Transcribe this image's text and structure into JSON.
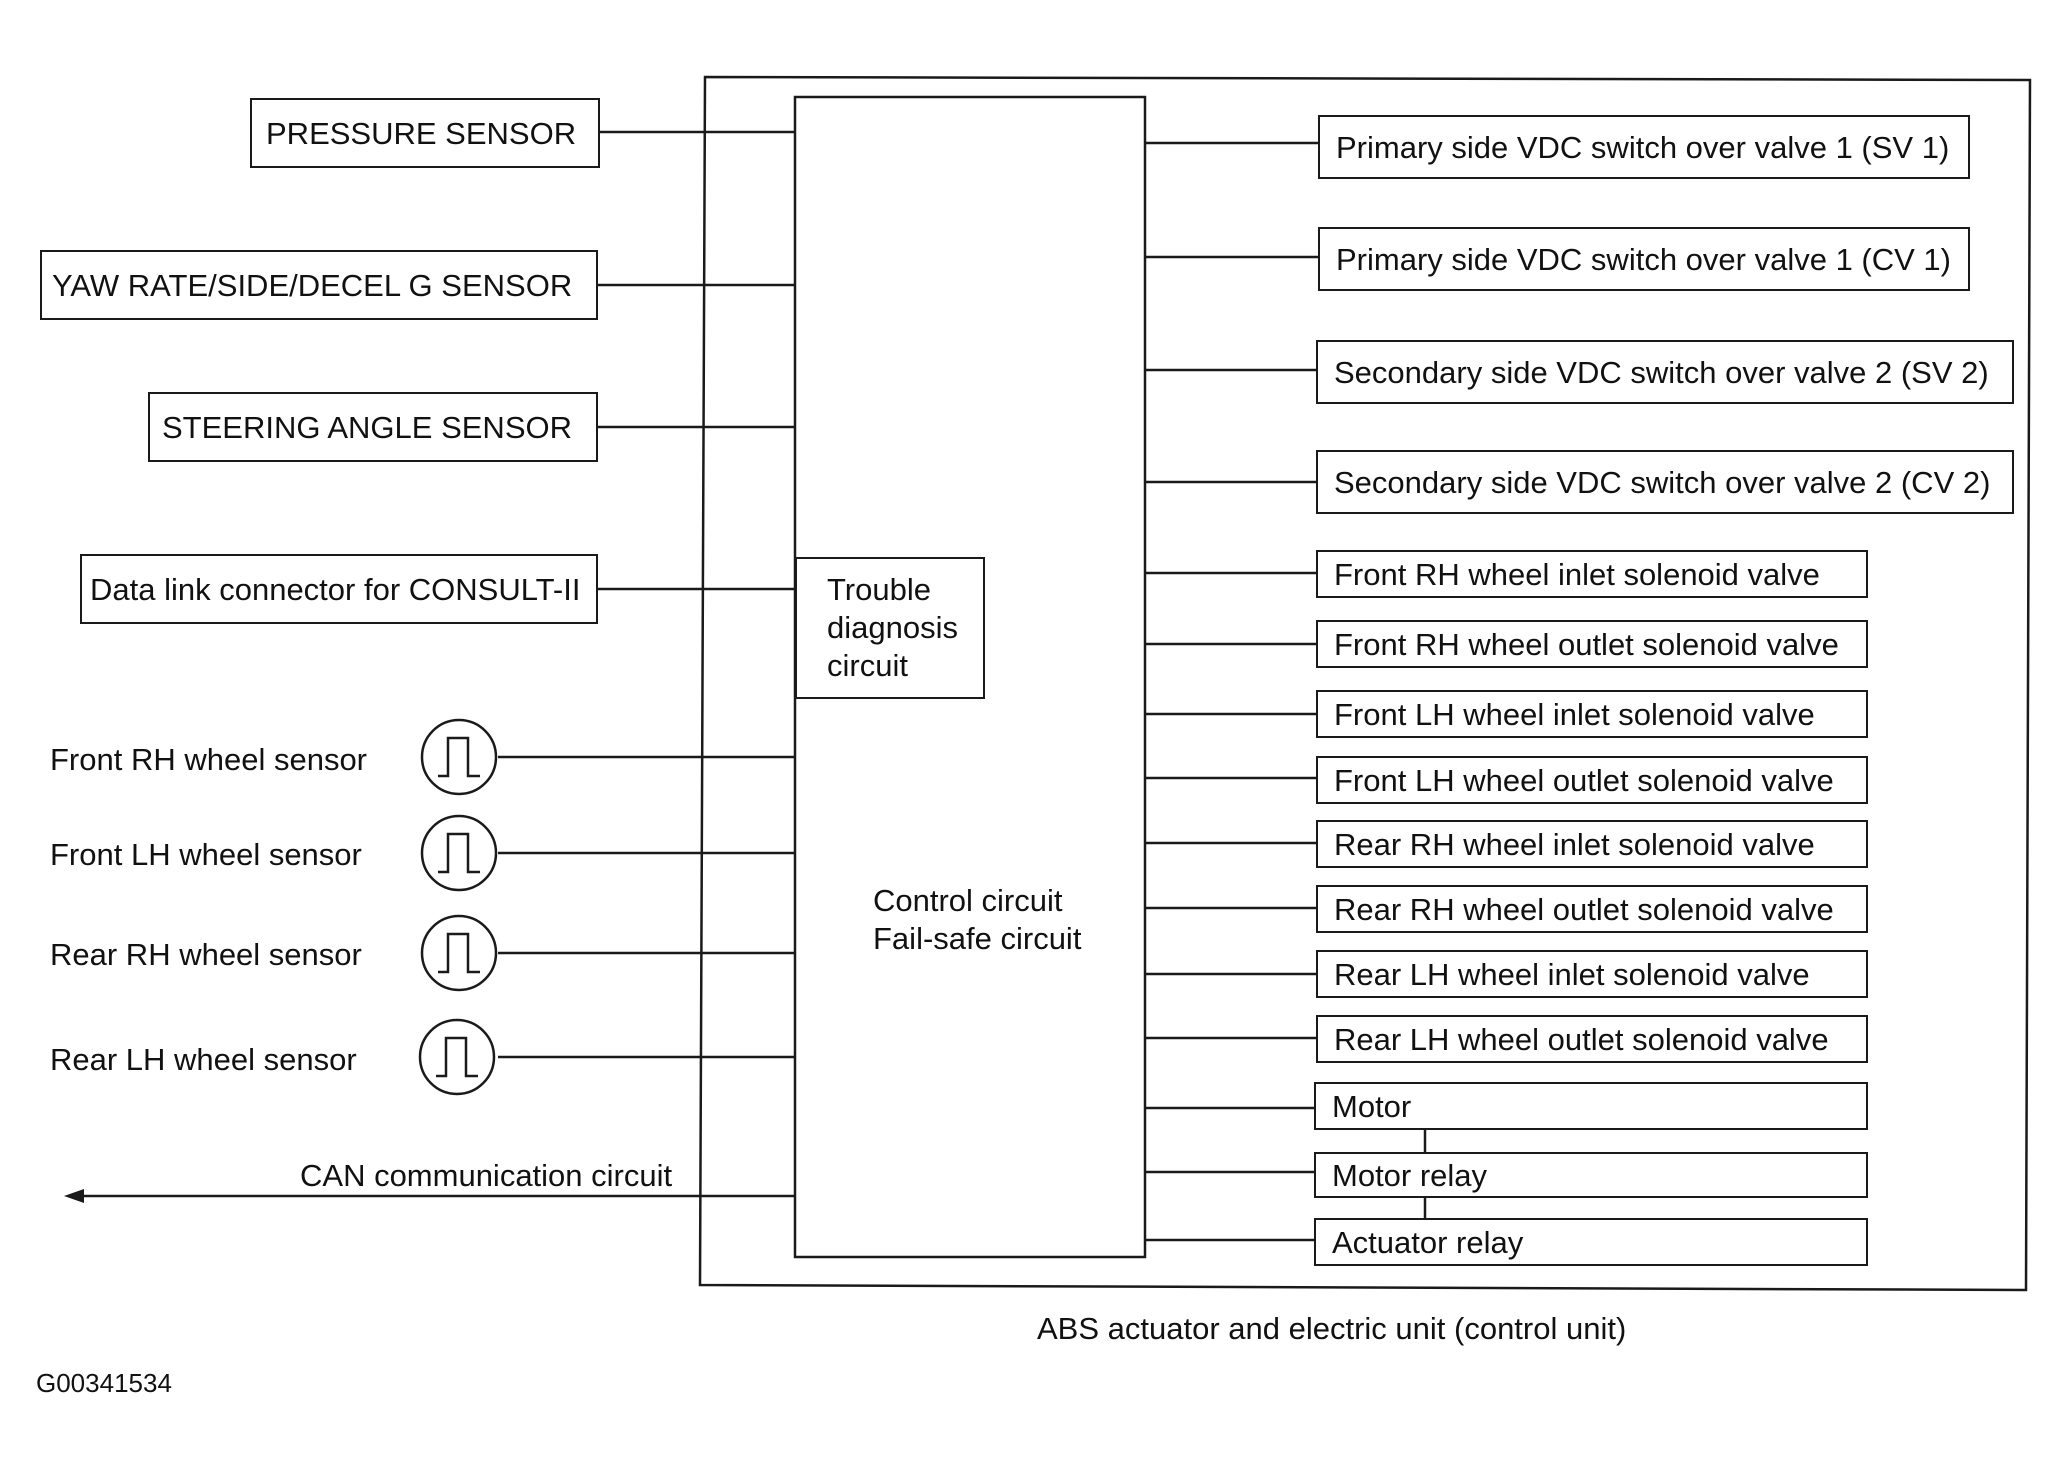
{
  "sensors": [
    "PRESSURE SENSOR",
    "YAW RATE/SIDE/DECEL G SENSOR",
    "STEERING ANGLE SENSOR",
    "Data link connector for CONSULT-II"
  ],
  "wheel_sensors": [
    "Front RH wheel sensor",
    "Front LH wheel sensor",
    "Rear RH wheel sensor",
    "Rear LH wheel sensor"
  ],
  "can_label": "CAN communication circuit",
  "trouble_circuit": [
    "Trouble",
    "diagnosis",
    "circuit"
  ],
  "control_circuit": [
    "Control circuit",
    "Fail-safe circuit"
  ],
  "outputs": [
    "Primary side VDC switch over valve 1 (SV 1)",
    "Primary side VDC switch over valve 1 (CV 1)",
    "Secondary side VDC switch over valve 2 (SV 2)",
    "Secondary side VDC switch over valve 2 (CV 2)",
    "Front RH wheel inlet solenoid valve",
    "Front RH wheel outlet solenoid valve",
    "Front LH wheel inlet solenoid valve",
    "Front LH wheel outlet solenoid valve",
    "Rear RH wheel inlet solenoid valve",
    "Rear RH wheel outlet solenoid valve",
    "Rear LH wheel inlet solenoid valve",
    "Rear LH wheel outlet solenoid valve",
    "Motor",
    "Motor relay",
    "Actuator relay"
  ],
  "unit_caption": "ABS actuator and electric unit (control unit)",
  "figure_id": "G00341534"
}
